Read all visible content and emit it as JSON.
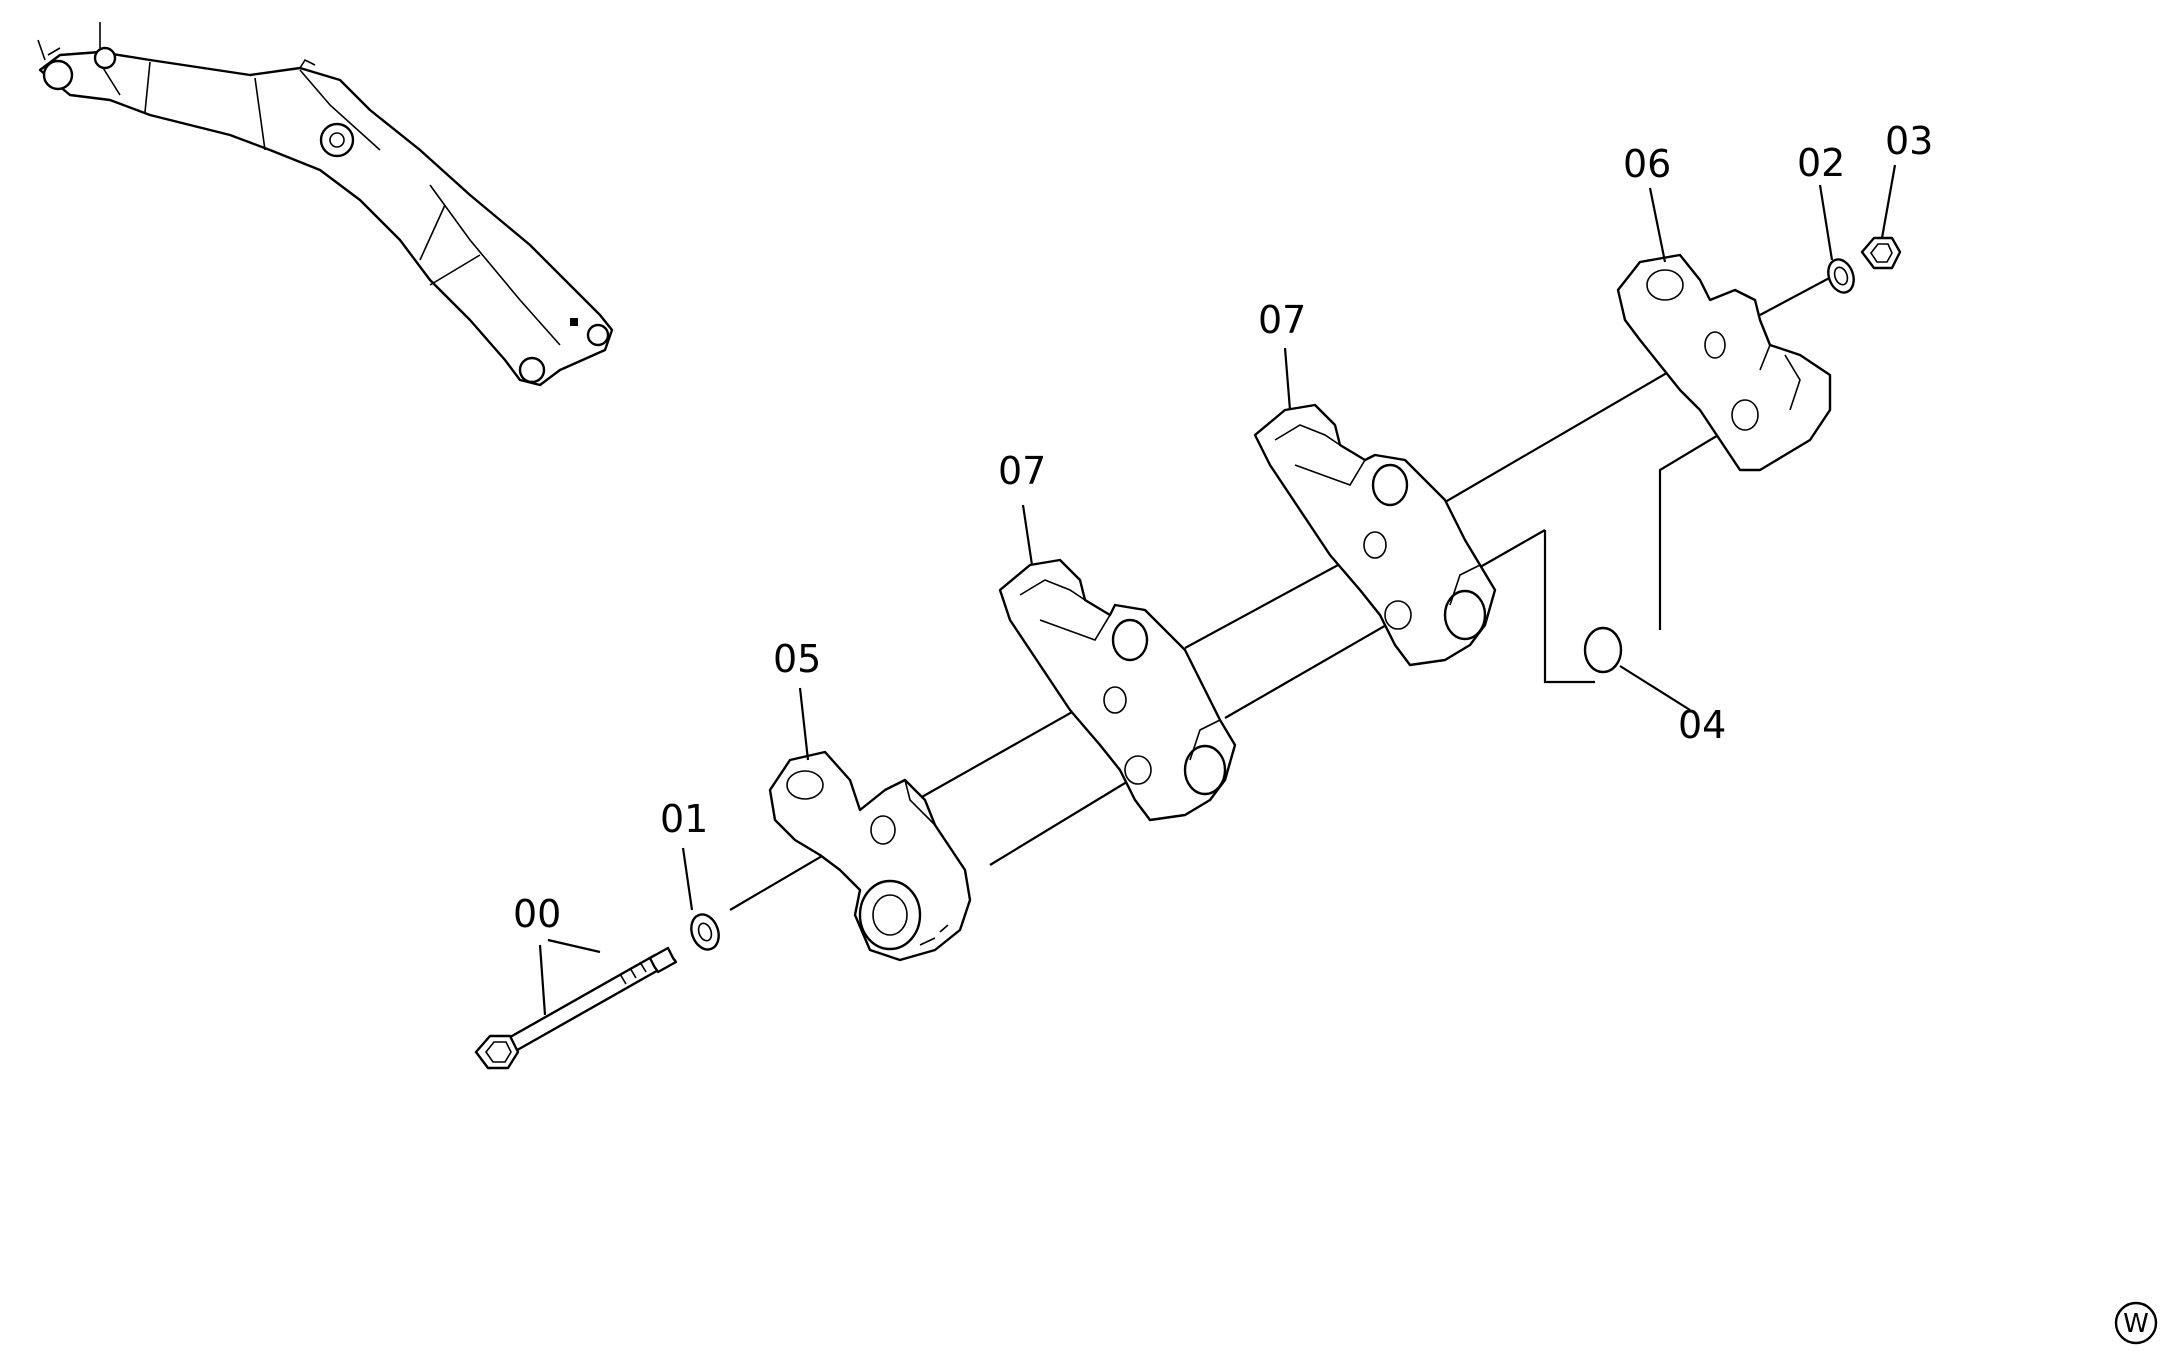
{
  "callouts": {
    "c00": "00",
    "c01": "01",
    "c02": "02",
    "c03": "03",
    "c04": "04",
    "c05": "05",
    "c06": "06",
    "c07a": "07",
    "c07b": "07"
  },
  "corner_mark": "W"
}
